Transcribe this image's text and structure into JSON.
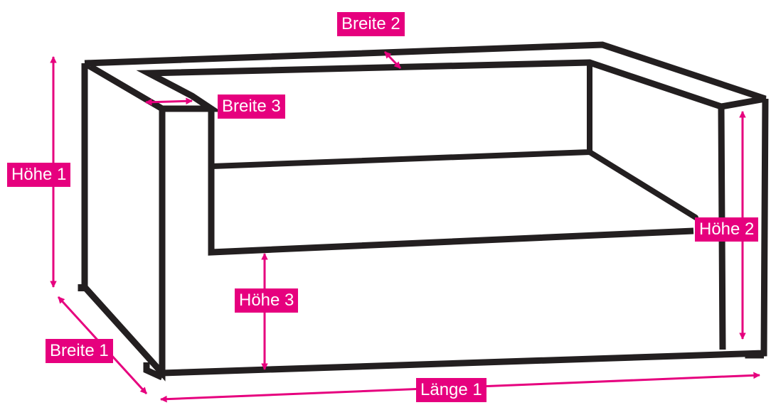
{
  "labels": {
    "breite_2": "Breite 2",
    "breite_3": "Breite 3",
    "hoehe_1": "Höhe 1",
    "hoehe_2": "Höhe 2",
    "hoehe_3": "Höhe 3",
    "breite_1": "Breite 1",
    "laenge_1": "Länge 1"
  },
  "colors": {
    "accent": "#e6007e",
    "outline": "#231f20",
    "label_text": "#ffffff",
    "background": "#ffffff"
  }
}
